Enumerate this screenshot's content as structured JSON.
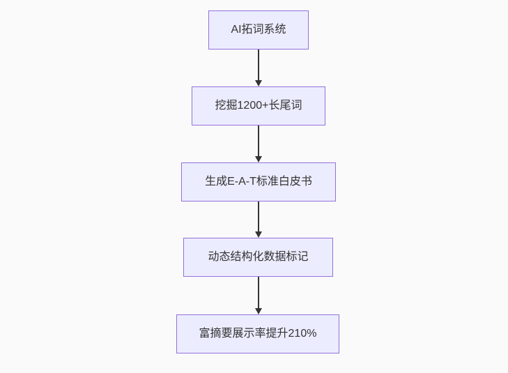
{
  "flow": {
    "type": "flowchart",
    "direction": "top-down",
    "nodes": [
      {
        "id": "n1",
        "label": "AI拓词系统"
      },
      {
        "id": "n2",
        "label": "挖掘1200+长尾词"
      },
      {
        "id": "n3",
        "label": "生成E-A-T标准白皮书"
      },
      {
        "id": "n4",
        "label": "动态结构化数据标记"
      },
      {
        "id": "n5",
        "label": "富摘要展示率提升210%"
      }
    ],
    "edges": [
      {
        "from": "n1",
        "to": "n2"
      },
      {
        "from": "n2",
        "to": "n3"
      },
      {
        "from": "n3",
        "to": "n4"
      },
      {
        "from": "n4",
        "to": "n5"
      }
    ]
  },
  "colors": {
    "background": "#fafafa",
    "node_fill": "#ececff",
    "node_border": "#9370db",
    "node_text": "#333333",
    "arrow": "#333333"
  }
}
